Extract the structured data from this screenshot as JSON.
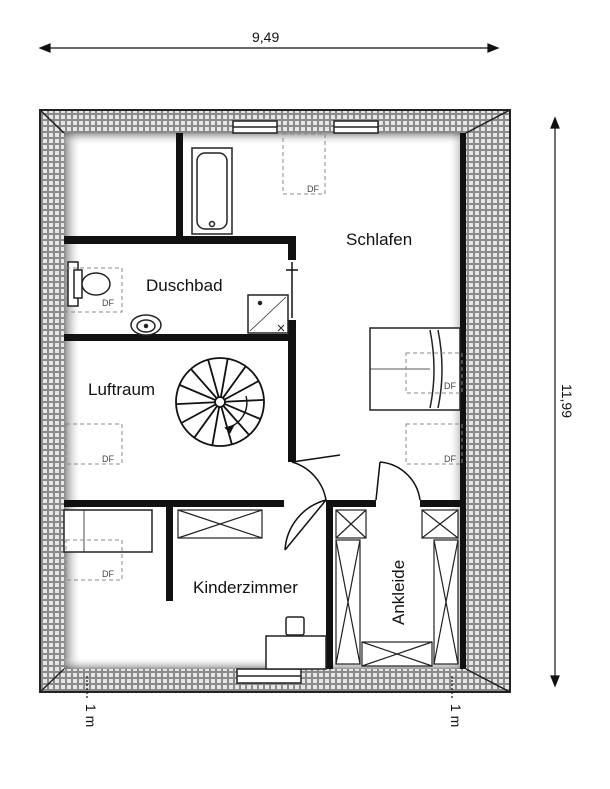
{
  "dimensions": {
    "width": "9,49",
    "depth": "11,99",
    "marker_left": "1 m",
    "marker_right": "1 m"
  },
  "rooms": {
    "schlafen": "Schlafen",
    "duschbad": "Duschbad",
    "luftraum": "Luftraum",
    "kinderzimmer": "Kinderzimmer",
    "ankleide": "Ankleide"
  },
  "df_label": "DF"
}
